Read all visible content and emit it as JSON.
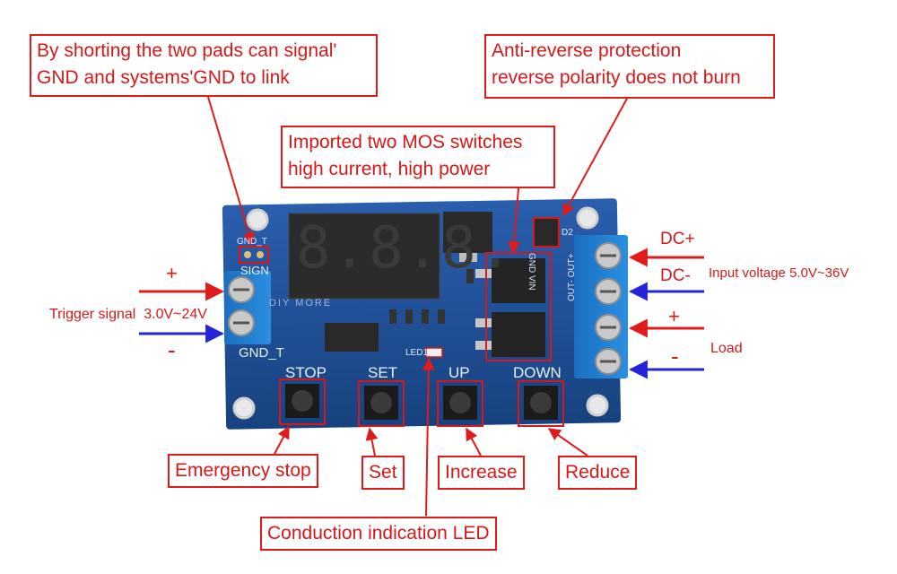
{
  "callouts": {
    "shorting_line1": "By shorting the two pads can signal'",
    "shorting_line2": "GND and systems'GND  to link",
    "antireverse_line1": "Anti-reverse protection",
    "antireverse_line2": "reverse polarity does not burn",
    "mos_line1": "Imported two MOS switches",
    "mos_line2": "high current, high power",
    "emergency_stop": "Emergency stop",
    "set": "Set",
    "increase": "Increase",
    "reduce": "Reduce",
    "led": "Conduction indication LED"
  },
  "left_side": {
    "plus": "+",
    "minus": "-",
    "trigger_signal": "Trigger signal",
    "trigger_range": "3.0V~24V"
  },
  "right_side": {
    "dc_plus": "DC+",
    "dc_minus": "DC-",
    "input_voltage": "Input voltage 5.0V~36V",
    "load_plus": "+",
    "load_minus": "-",
    "load": "Load"
  },
  "board": {
    "display": "8.8.8.",
    "button_stop": "STOP",
    "button_set": "SET",
    "button_up": "UP",
    "button_down": "DOWN",
    "sign": "SIGN",
    "gnd_t_top": "GND_T",
    "gnd_t": "GND_T",
    "led1": "LED1",
    "d2": "D2",
    "in_terms": "GND VIN",
    "out_terms": "OUT- OUT+",
    "watermark": "DIY MORE"
  },
  "colors": {
    "callout_red": "#d81818",
    "board_blue": "#1d4f9a",
    "terminal_blue": "#1f7fd0",
    "arrow_blue": "#2424d8"
  }
}
